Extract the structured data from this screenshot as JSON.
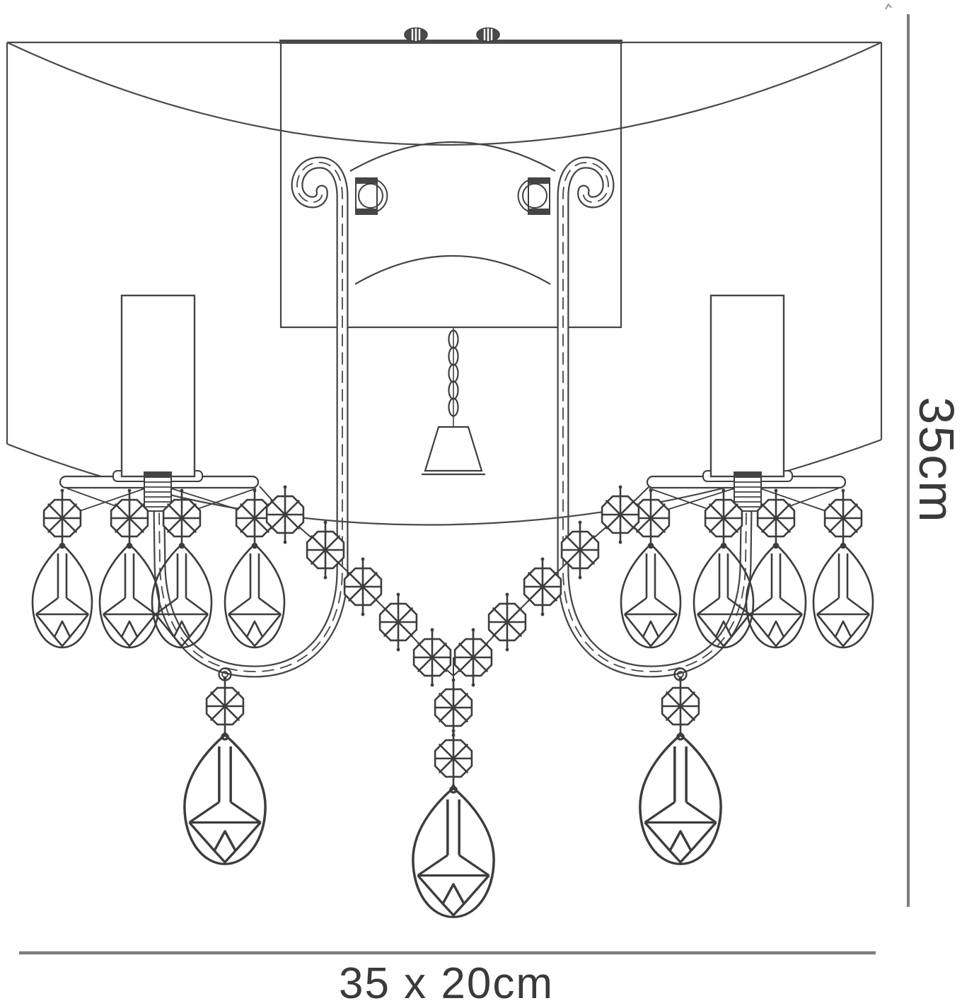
{
  "figure": {
    "type": "technical-line-drawing",
    "subject": "Twin wall light with shade and crystal teardrops - front elevation with overall dimensions",
    "height_label": "35cm",
    "footprint_label": "35 x 20cm",
    "parts": [
      "curved-fabric-shade",
      "rectangular-backplate",
      "mounting-screws",
      "scrolled-candle-arms",
      "candle-sleeves",
      "drip-trays",
      "octagon-crystal-buttons",
      "teardrop-crystal-drops",
      "centre-chain-with-bell-finial"
    ]
  },
  "colors": {
    "line": "#454545",
    "dimension_line": "#7d7d7d",
    "label_text": "#3a3a3a",
    "background": "#ffffff"
  }
}
